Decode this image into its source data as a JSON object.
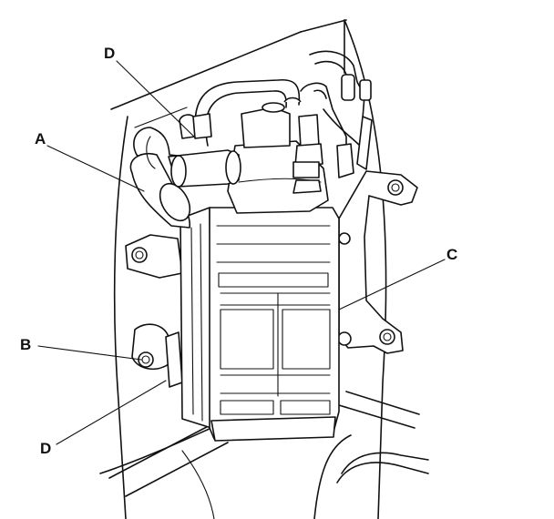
{
  "callouts": {
    "a": "A",
    "b": "B",
    "c": "C",
    "d_top": "D",
    "d_bottom": "D"
  },
  "colors": {
    "line": "#111111",
    "background": "#ffffff"
  }
}
